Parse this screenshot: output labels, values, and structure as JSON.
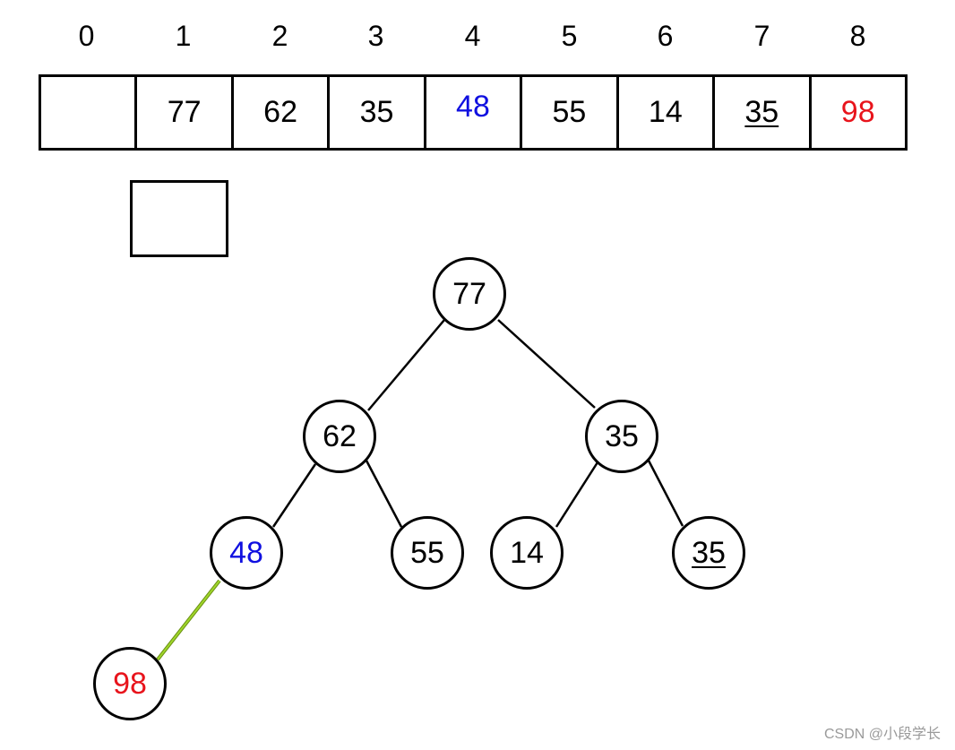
{
  "indices": [
    "0",
    "1",
    "2",
    "3",
    "4",
    "5",
    "6",
    "7",
    "8"
  ],
  "array": [
    "",
    "77",
    "62",
    "35",
    "48",
    "55",
    "14",
    "35",
    "98"
  ],
  "tree": {
    "root": "77",
    "level1_left": "62",
    "level1_right": "35",
    "level2_a": "48",
    "level2_b": "55",
    "level2_c": "14",
    "level2_d": "35",
    "level3_a": "98"
  },
  "colors": {
    "highlight_blue": "#1010e0",
    "highlight_red": "#e8141c",
    "highlight_edge": "#8cc21a"
  },
  "watermark": "CSDN @小段学长"
}
